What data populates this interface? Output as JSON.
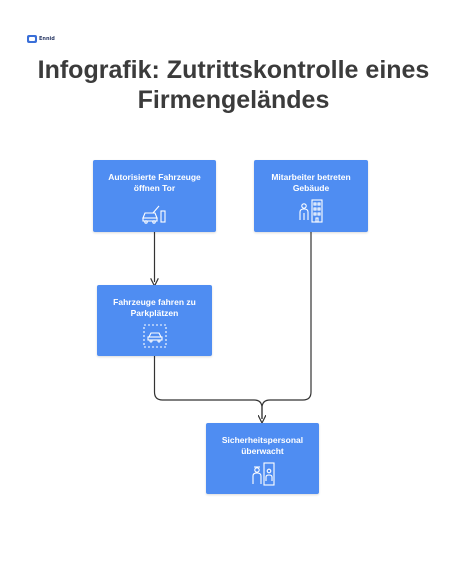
{
  "logo": {
    "text": "Ennid",
    "icon": "logo-mark"
  },
  "title": {
    "line1": "Infografik: Zutrittskontrolle eines",
    "line2": "Firmengeländes"
  },
  "nodes": [
    {
      "id": "vehicles-open",
      "label": "Autorisierte Fahrzeuge\nöffnen Tor",
      "icon": "car-gate-icon"
    },
    {
      "id": "employees",
      "label": "Mitarbeiter betreten\nGebäude",
      "icon": "person-building-icon"
    },
    {
      "id": "parking",
      "label": "Fahrzeuge fahren zu\nParkplätzen",
      "icon": "parking-car-icon"
    },
    {
      "id": "security",
      "label": "Sicherheitspersonal\nüberwacht",
      "icon": "security-guard-icon"
    }
  ],
  "edges": [
    {
      "from": "vehicles-open",
      "to": "parking"
    },
    {
      "from": "parking",
      "to": "security"
    },
    {
      "from": "employees",
      "to": "security"
    }
  ],
  "colors": {
    "box": "#4f8df2",
    "text": "#ffffff",
    "title": "#3b3b3b",
    "connector": "#333333"
  }
}
